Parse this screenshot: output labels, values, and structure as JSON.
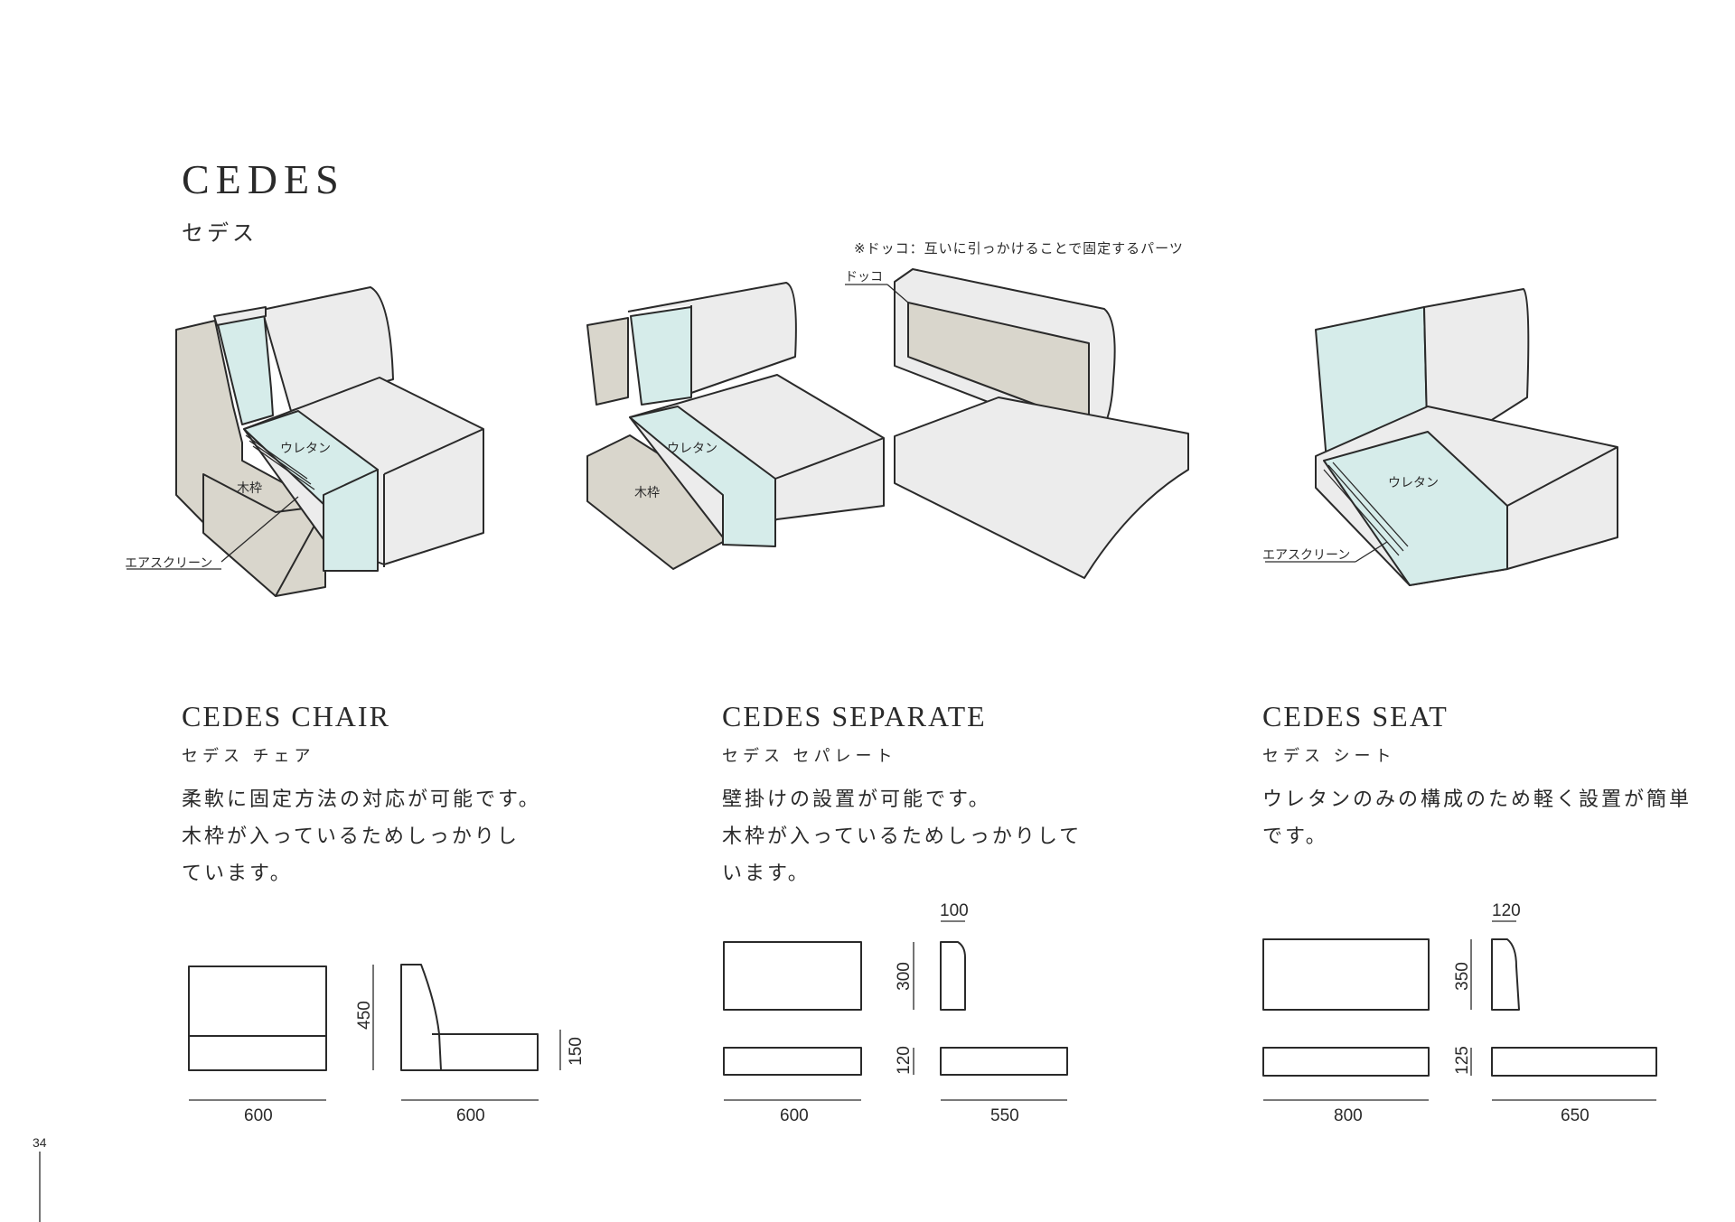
{
  "brand": {
    "title": "CEDES",
    "kana": "セデス"
  },
  "note": "※ドッコ：互いに引っかけることで固定するパーツ",
  "labels": {
    "urethane": "ウレタン",
    "wood_frame": "木枠",
    "air_screen": "エアスクリーン",
    "dokko": "ドッコ"
  },
  "products": [
    {
      "title": "CEDES CHAIR",
      "kana": "セデス チェア",
      "desc": [
        "柔軟に固定方法の対応が可能です。",
        "木枠が入っているためしっかりし",
        "ています。"
      ],
      "dims": {
        "front_width": "600",
        "side_height": "450",
        "side_depth": "600",
        "seat_height": "150"
      }
    },
    {
      "title": "CEDES SEPARATE",
      "kana": "セデス セパレート",
      "desc": [
        "壁掛けの設置が可能です。",
        "木枠が入っているためしっかりして",
        "います。"
      ],
      "dims": {
        "back_thickness": "100",
        "back_height": "300",
        "seat_height": "120",
        "width": "600",
        "depth": "550"
      }
    },
    {
      "title": "CEDES SEAT",
      "kana": "セデス シート",
      "desc": [
        "ウレタンのみの構成のため軽く設置が簡単",
        "です。"
      ],
      "dims": {
        "back_thickness": "120",
        "back_height": "350",
        "seat_height": "125",
        "width": "800",
        "depth": "650"
      }
    }
  ],
  "page_number": "34",
  "colors": {
    "urethane": "#d6ecea",
    "wood": "#d9d6cc",
    "body": "#ececec",
    "line": "#2a2a2a"
  }
}
